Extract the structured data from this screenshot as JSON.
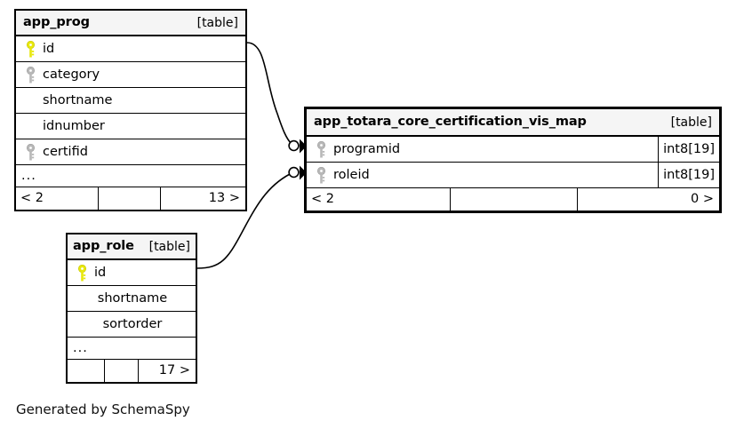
{
  "diagram": {
    "kind_label": "[table]",
    "ellipsis": "...",
    "generator_note": "Generated by SchemaSpy",
    "key_icons": {
      "primary": "primary-key-icon",
      "foreign": "foreign-key-icon"
    },
    "colors": {
      "primary_key": "#e8e80d",
      "foreign_key": "#b0b0b0",
      "header_background": "#f5f5f5",
      "border": "#000000",
      "background": "#ffffff"
    }
  },
  "tables": {
    "app_prog": {
      "name": "app_prog",
      "kind": "[table]",
      "columns": [
        {
          "name": "id",
          "key": "primary",
          "type": ""
        },
        {
          "name": "category",
          "key": "foreign",
          "type": ""
        },
        {
          "name": "shortname",
          "key": "none",
          "type": ""
        },
        {
          "name": "idnumber",
          "key": "none",
          "type": ""
        },
        {
          "name": "certifid",
          "key": "foreign",
          "type": ""
        }
      ],
      "more_indicator": "...",
      "footer": {
        "left": "< 2",
        "center": "",
        "right": "13 >"
      }
    },
    "app_totara_core_certification_vis_map": {
      "name": "app_totara_core_certification_vis_map",
      "kind": "[table]",
      "focal": true,
      "columns": [
        {
          "name": "programid",
          "key": "foreign",
          "type": "int8[19]"
        },
        {
          "name": "roleid",
          "key": "foreign",
          "type": "int8[19]"
        }
      ],
      "footer": {
        "left": "< 2",
        "center": "",
        "right": "0 >"
      }
    },
    "app_role": {
      "name": "app_role",
      "kind": "[table]",
      "columns": [
        {
          "name": "id",
          "key": "primary",
          "type": ""
        },
        {
          "name": "shortname",
          "key": "none",
          "type": ""
        },
        {
          "name": "sortorder",
          "key": "none",
          "type": ""
        }
      ],
      "more_indicator": "...",
      "footer": {
        "left": "",
        "center": "",
        "right": "17 >"
      }
    }
  },
  "relationships": [
    {
      "from_table": "app_prog",
      "from_column": "id",
      "to_table": "app_totara_core_certification_vis_map",
      "to_column": "programid",
      "source_marker": "none",
      "target_marker": "optional-crowsfoot"
    },
    {
      "from_table": "app_role",
      "from_column": "id",
      "to_table": "app_totara_core_certification_vis_map",
      "to_column": "roleid",
      "source_marker": "none",
      "target_marker": "optional-crowsfoot"
    }
  ]
}
